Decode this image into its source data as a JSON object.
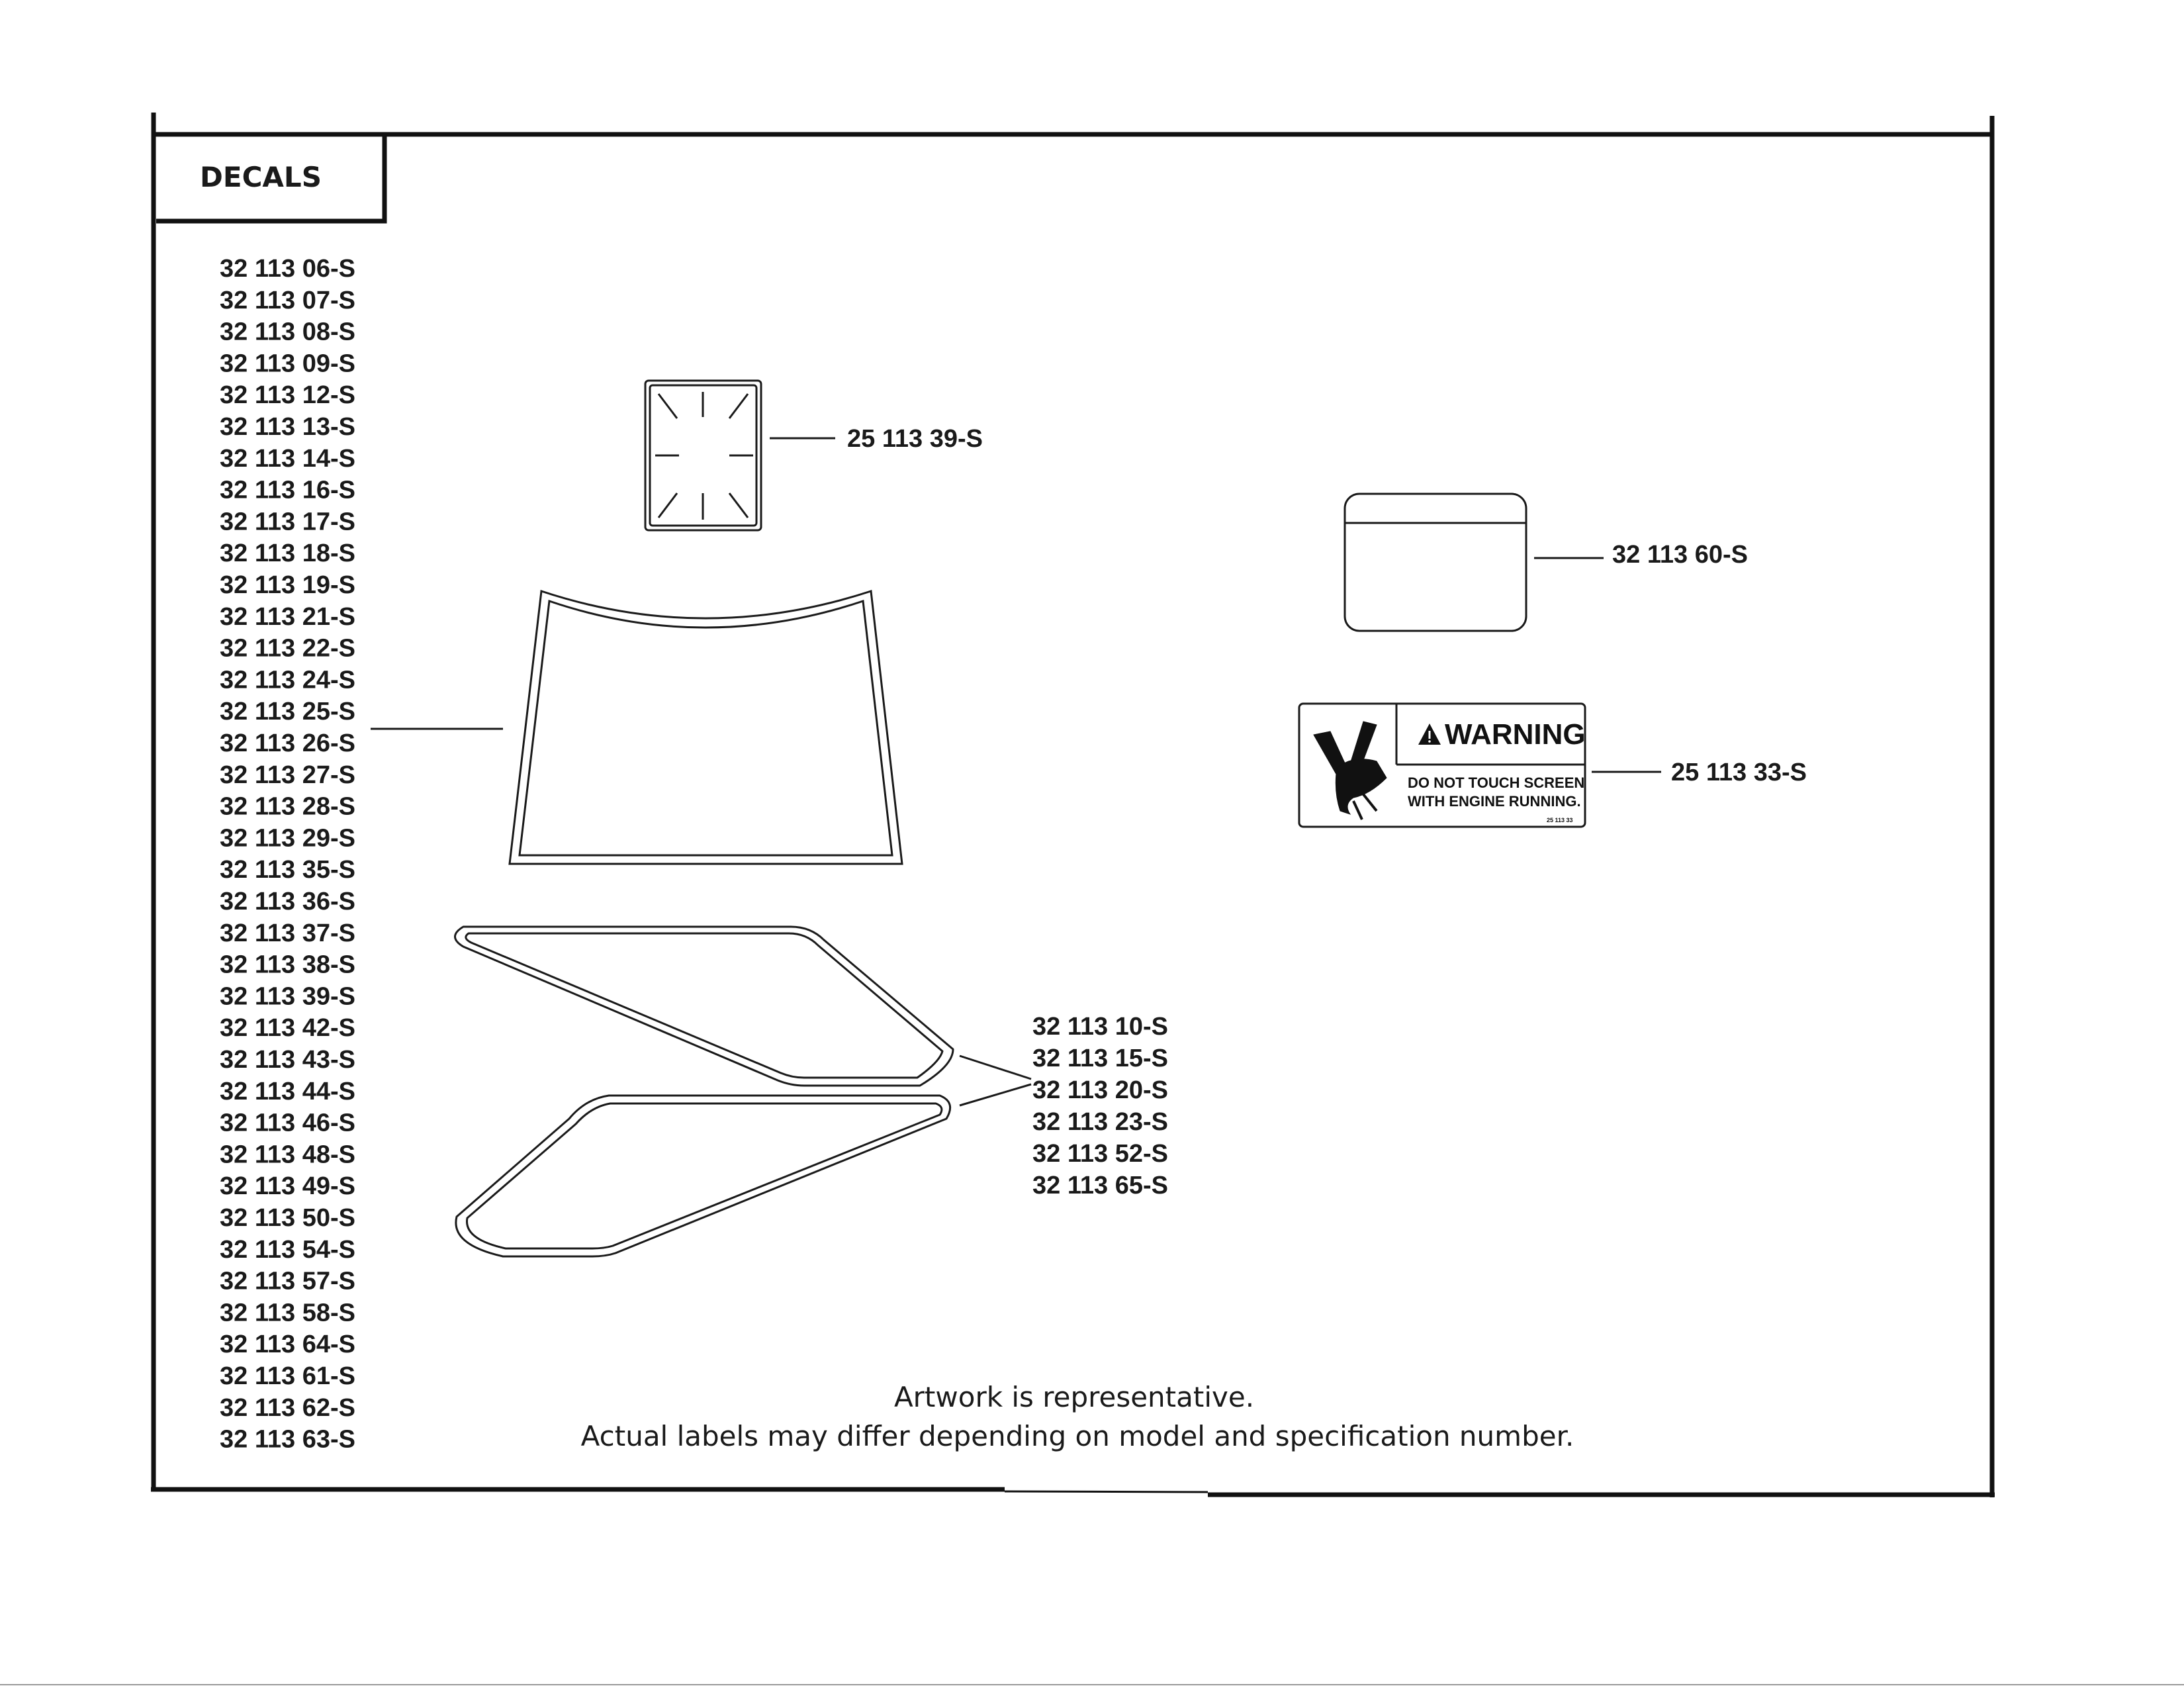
{
  "header": {
    "title": "DECALS"
  },
  "left_parts": [
    "32 113 06-S",
    "32 113 07-S",
    "32 113 08-S",
    "32 113 09-S",
    "32 113 12-S",
    "32 113 13-S",
    "32 113 14-S",
    "32 113 16-S",
    "32 113 17-S",
    "32 113 18-S",
    "32 113 19-S",
    "32 113 21-S",
    "32 113 22-S",
    "32 113 24-S",
    "32 113 25-S",
    "32 113 26-S",
    "32 113 27-S",
    "32 113 28-S",
    "32 113 29-S",
    "32 113 35-S",
    "32 113 36-S",
    "32 113 37-S",
    "32 113 38-S",
    "32 113 39-S",
    "32 113 42-S",
    "32 113 43-S",
    "32 113 44-S",
    "32 113 46-S",
    "32 113 48-S",
    "32 113 49-S",
    "32 113 50-S",
    "32 113 54-S",
    "32 113 57-S",
    "32 113 58-S",
    "32 113 64-S",
    "32 113 61-S",
    "32 113 62-S",
    "32 113 63-S"
  ],
  "side_parts": [
    "32 113 10-S",
    "32 113 15-S",
    "32 113 20-S",
    "32 113 23-S",
    "32 113 52-S",
    "32 113 65-S"
  ],
  "callouts": {
    "small_decal": "25 113 39-S",
    "card_decal": "32 113 60-S",
    "warning_decal": "25 113 33-S"
  },
  "warning_label": {
    "heading": "WARNING",
    "line1": "DO NOT TOUCH SCREEN",
    "line2": "WITH ENGINE RUNNING.",
    "code": "25 113 33"
  },
  "footer_note": {
    "line1": "Artwork is representative.",
    "line2": "Actual labels may differ depending on model and specification number."
  }
}
